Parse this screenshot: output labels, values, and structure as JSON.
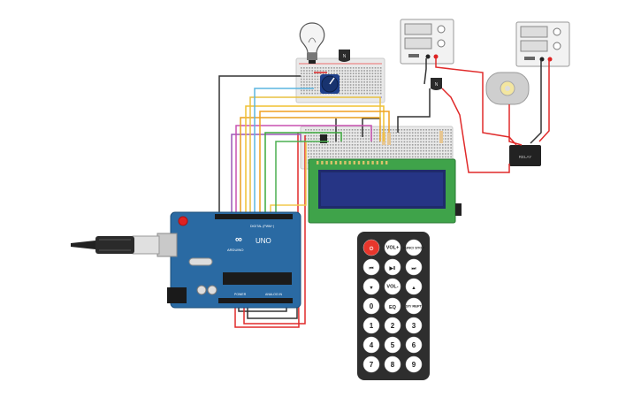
{
  "arduino": {
    "brand_label": "ARDUINO",
    "model_label": "UNO",
    "digital_header_label": "DIGITAL (PWM~)",
    "power_label": "POWER",
    "analog_label": "ANALOG IN"
  },
  "transistors": {
    "label_1": "N",
    "label_2": "N"
  },
  "relay": {
    "label": "RELAY"
  },
  "remote": {
    "buttons": [
      {
        "name": "power",
        "label": "⏻",
        "color": "#e8362c"
      },
      {
        "name": "vol-up",
        "label": "VOL+"
      },
      {
        "name": "func-stop",
        "label": "FUNC/ STOP"
      },
      {
        "name": "rewind",
        "label": "⏮"
      },
      {
        "name": "play-pause",
        "label": "▶‖"
      },
      {
        "name": "fast-forward",
        "label": "⏭"
      },
      {
        "name": "down",
        "label": "▼"
      },
      {
        "name": "vol-down",
        "label": "VOL-"
      },
      {
        "name": "up",
        "label": "▲"
      },
      {
        "name": "zero",
        "label": "0"
      },
      {
        "name": "eq",
        "label": "EQ"
      },
      {
        "name": "st-rept",
        "label": "ST/ REPT"
      },
      {
        "name": "one",
        "label": "1"
      },
      {
        "name": "two",
        "label": "2"
      },
      {
        "name": "three",
        "label": "3"
      },
      {
        "name": "four",
        "label": "4"
      },
      {
        "name": "five",
        "label": "5"
      },
      {
        "name": "six",
        "label": "6"
      },
      {
        "name": "seven",
        "label": "7"
      },
      {
        "name": "eight",
        "label": "8"
      },
      {
        "name": "nine",
        "label": "9"
      }
    ]
  },
  "colors": {
    "arduino_board": "#2a6aa3",
    "lcd_board": "#3fa34a",
    "lcd_screen": "#1f2b6b",
    "remote_body": "#2e2e2e",
    "wire_red": "#e02a2a",
    "wire_black": "#333333"
  }
}
